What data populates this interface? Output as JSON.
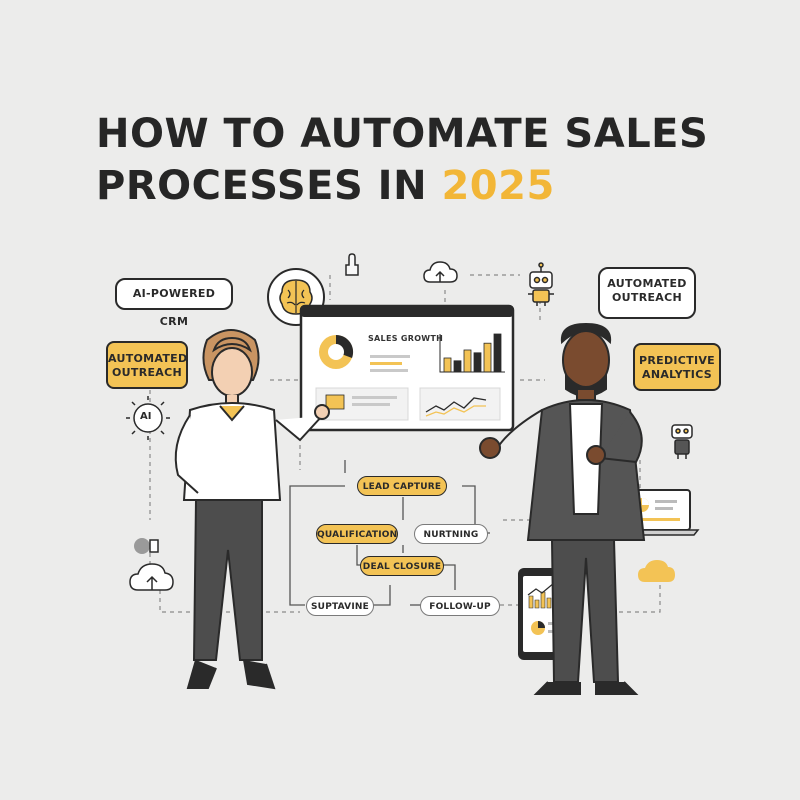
{
  "title": {
    "line1": "HOW TO AUTOMATE SALES",
    "line2": "PROCESSES IN ",
    "year": "2025"
  },
  "callouts": {
    "ai_crm": "AI-POWERED CRM",
    "outreach_top_right": "AUTOMATED OUTREACH",
    "outreach_left": "AUTOMATED OUTREACH",
    "predictive": "PREDICTIVE ANALYTICS"
  },
  "ai_badge": "AI",
  "dashboard": {
    "title": "SALES GROWTH",
    "bar_values": [
      35,
      28,
      55,
      48,
      72,
      95
    ]
  },
  "workflow": {
    "lead_capture": "LEAD CAPTURE",
    "qualification": "QUALIFICATION",
    "nurturing": "NURTNING",
    "deal_closure": "DEAL CLOSURE",
    "support": "SUPTAVINE",
    "follow_up": "FOLLOW-UP"
  },
  "colors": {
    "accent": "#f2b637",
    "ink": "#2a2a2a",
    "background": "#ececeb"
  }
}
